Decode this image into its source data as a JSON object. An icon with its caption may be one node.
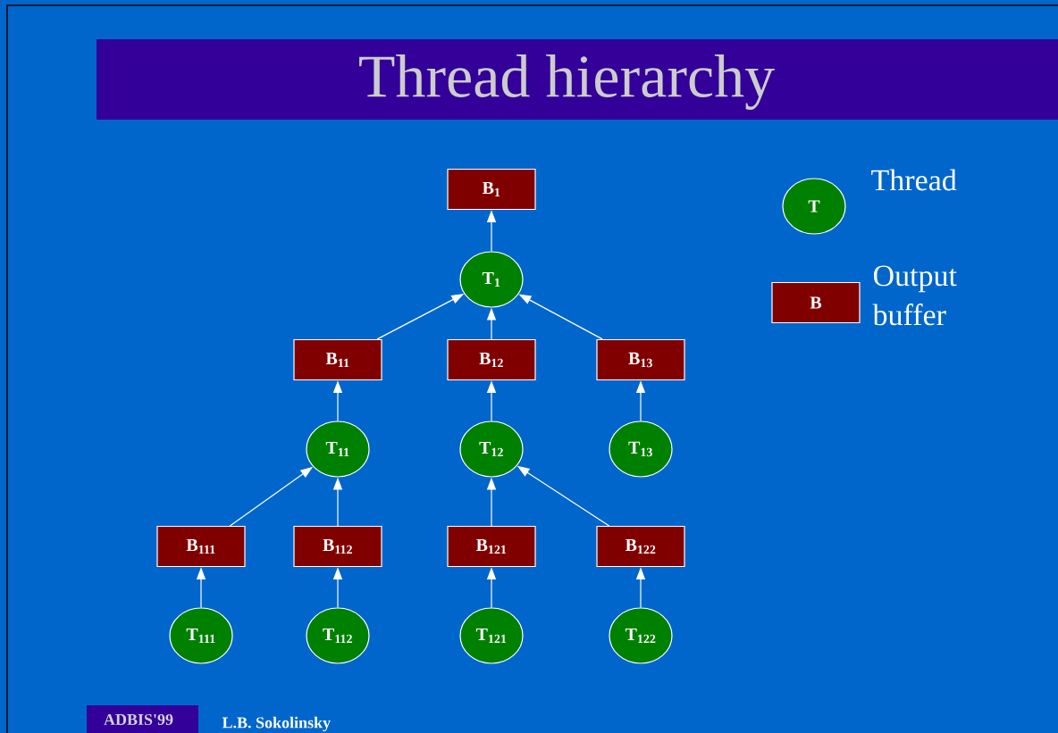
{
  "diagram": {
    "title": "Thread hierarchy",
    "nodes": [
      {
        "text": [
          "B$_{1}$"
        ]
      },
      {
        "text": [
          "T$_{1}$"
        ]
      },
      {
        "text": [
          "B$_{11}$"
        ]
      },
      {
        "text": [
          "B$_{12}$"
        ]
      },
      {
        "text": [
          "B$_{13}$"
        ]
      },
      {
        "text": [
          "T$_{11}$"
        ]
      },
      {
        "text": [
          "T$_{12}$"
        ]
      },
      {
        "text": [
          "T$_{13}$"
        ]
      },
      {
        "text": [
          "B$_{111}$"
        ]
      },
      {
        "text": [
          "B$_{112}$"
        ]
      },
      {
        "text": [
          "B$_{121}$"
        ]
      },
      {
        "text": [
          "B$_{122}$"
        ]
      },
      {
        "text": [
          "T$_{111}$"
        ]
      },
      {
        "text": [
          "T$_{112}$"
        ]
      },
      {
        "text": [
          "T$_{121}$"
        ]
      },
      {
        "text": [
          "T$_{122}$"
        ]
      },
      {
        "text": [
          "T"
        ],
        "beside": [
          "Thread"
        ]
      },
      {
        "text": [
          "B"
        ],
        "beside": [
          "Output buffer"
        ]
      }
    ],
    "edges": [
      {
        "from": 1,
        "to": 0,
        "arrow": "to"
      },
      {
        "from": 2,
        "to": 1,
        "arrow": "to"
      },
      {
        "from": 3,
        "to": 1,
        "arrow": "to"
      },
      {
        "from": 4,
        "to": 1,
        "arrow": "to"
      },
      {
        "from": 5,
        "to": 2,
        "arrow": "to"
      },
      {
        "from": 6,
        "to": 3,
        "arrow": "to"
      },
      {
        "from": 7,
        "to": 4,
        "arrow": "to"
      },
      {
        "from": 8,
        "to": 5,
        "arrow": "to"
      },
      {
        "from": 9,
        "to": 5,
        "arrow": "to"
      },
      {
        "from": 10,
        "to": 6,
        "arrow": "to"
      },
      {
        "from": 11,
        "to": 6,
        "arrow": "to"
      },
      {
        "from": 12,
        "to": 8,
        "arrow": "to"
      },
      {
        "from": 13,
        "to": 9,
        "arrow": "to"
      },
      {
        "from": 14,
        "to": 10,
        "arrow": "to"
      },
      {
        "from": 15,
        "to": 11,
        "arrow": "to"
      }
    ],
    "labels": [
      "ADBIS'99",
      "L.B. Sokolinsky"
    ]
  }
}
